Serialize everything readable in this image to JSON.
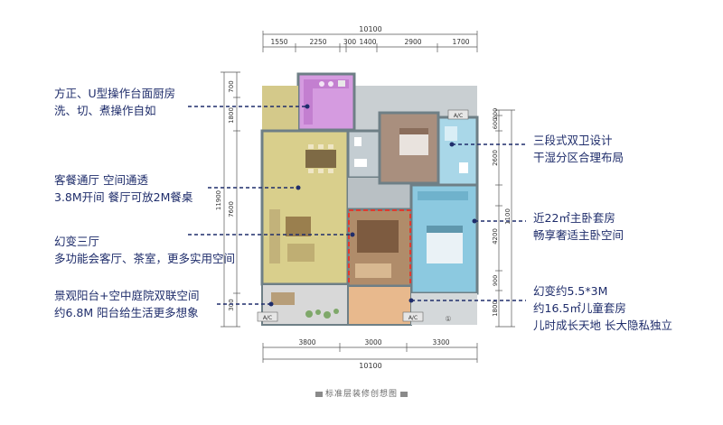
{
  "plan": {
    "top_total": "10100",
    "top_segments": [
      "1550",
      "2250",
      "300",
      "1400",
      "2900",
      "1700"
    ],
    "bottom_segments": [
      "3800",
      "3000",
      "3300"
    ],
    "bottom_total": "10100",
    "left_dims": [
      "700",
      "1800",
      "7600",
      "11900",
      "300"
    ],
    "right_dims": [
      "200",
      "600",
      "2600",
      "1100",
      "4200",
      "900",
      "1800"
    ],
    "ac_label": "A/C",
    "marker": "①"
  },
  "notes": {
    "kitchen": [
      "方正、U型操作台面厨房",
      "洗、切、煮操作自如"
    ],
    "dining": [
      "客餐通厅 空间通透",
      "3.8M开间 餐厅可放2M餐桌"
    ],
    "hall": [
      "幻变三厅",
      "多功能会客厅、茶室，更多实用空间"
    ],
    "balcony": [
      "景观阳台+空中庭院双联空间",
      "约6.8M 阳台给生活更多想象"
    ],
    "bath": [
      "三段式双卫设计",
      "干湿分区合理布局"
    ],
    "master": [
      "近22㎡主卧套房",
      "畅享奢适主卧空间"
    ],
    "kids": [
      "幻变约5.5*3M",
      "约16.5㎡儿童套房",
      "儿时成长天地 长大隐私独立"
    ]
  },
  "caption": "标准层装修创想图",
  "colors": {
    "text": "#1f2d6b",
    "leader": "#1f2d6b",
    "kitchen": "#d59be0",
    "living": "#d9cf8c",
    "room": "#a98f7e",
    "master": "#8cc9e0",
    "bath": "#a9d7e8",
    "wall": "#6e7f86",
    "red": "#e03a2f"
  }
}
